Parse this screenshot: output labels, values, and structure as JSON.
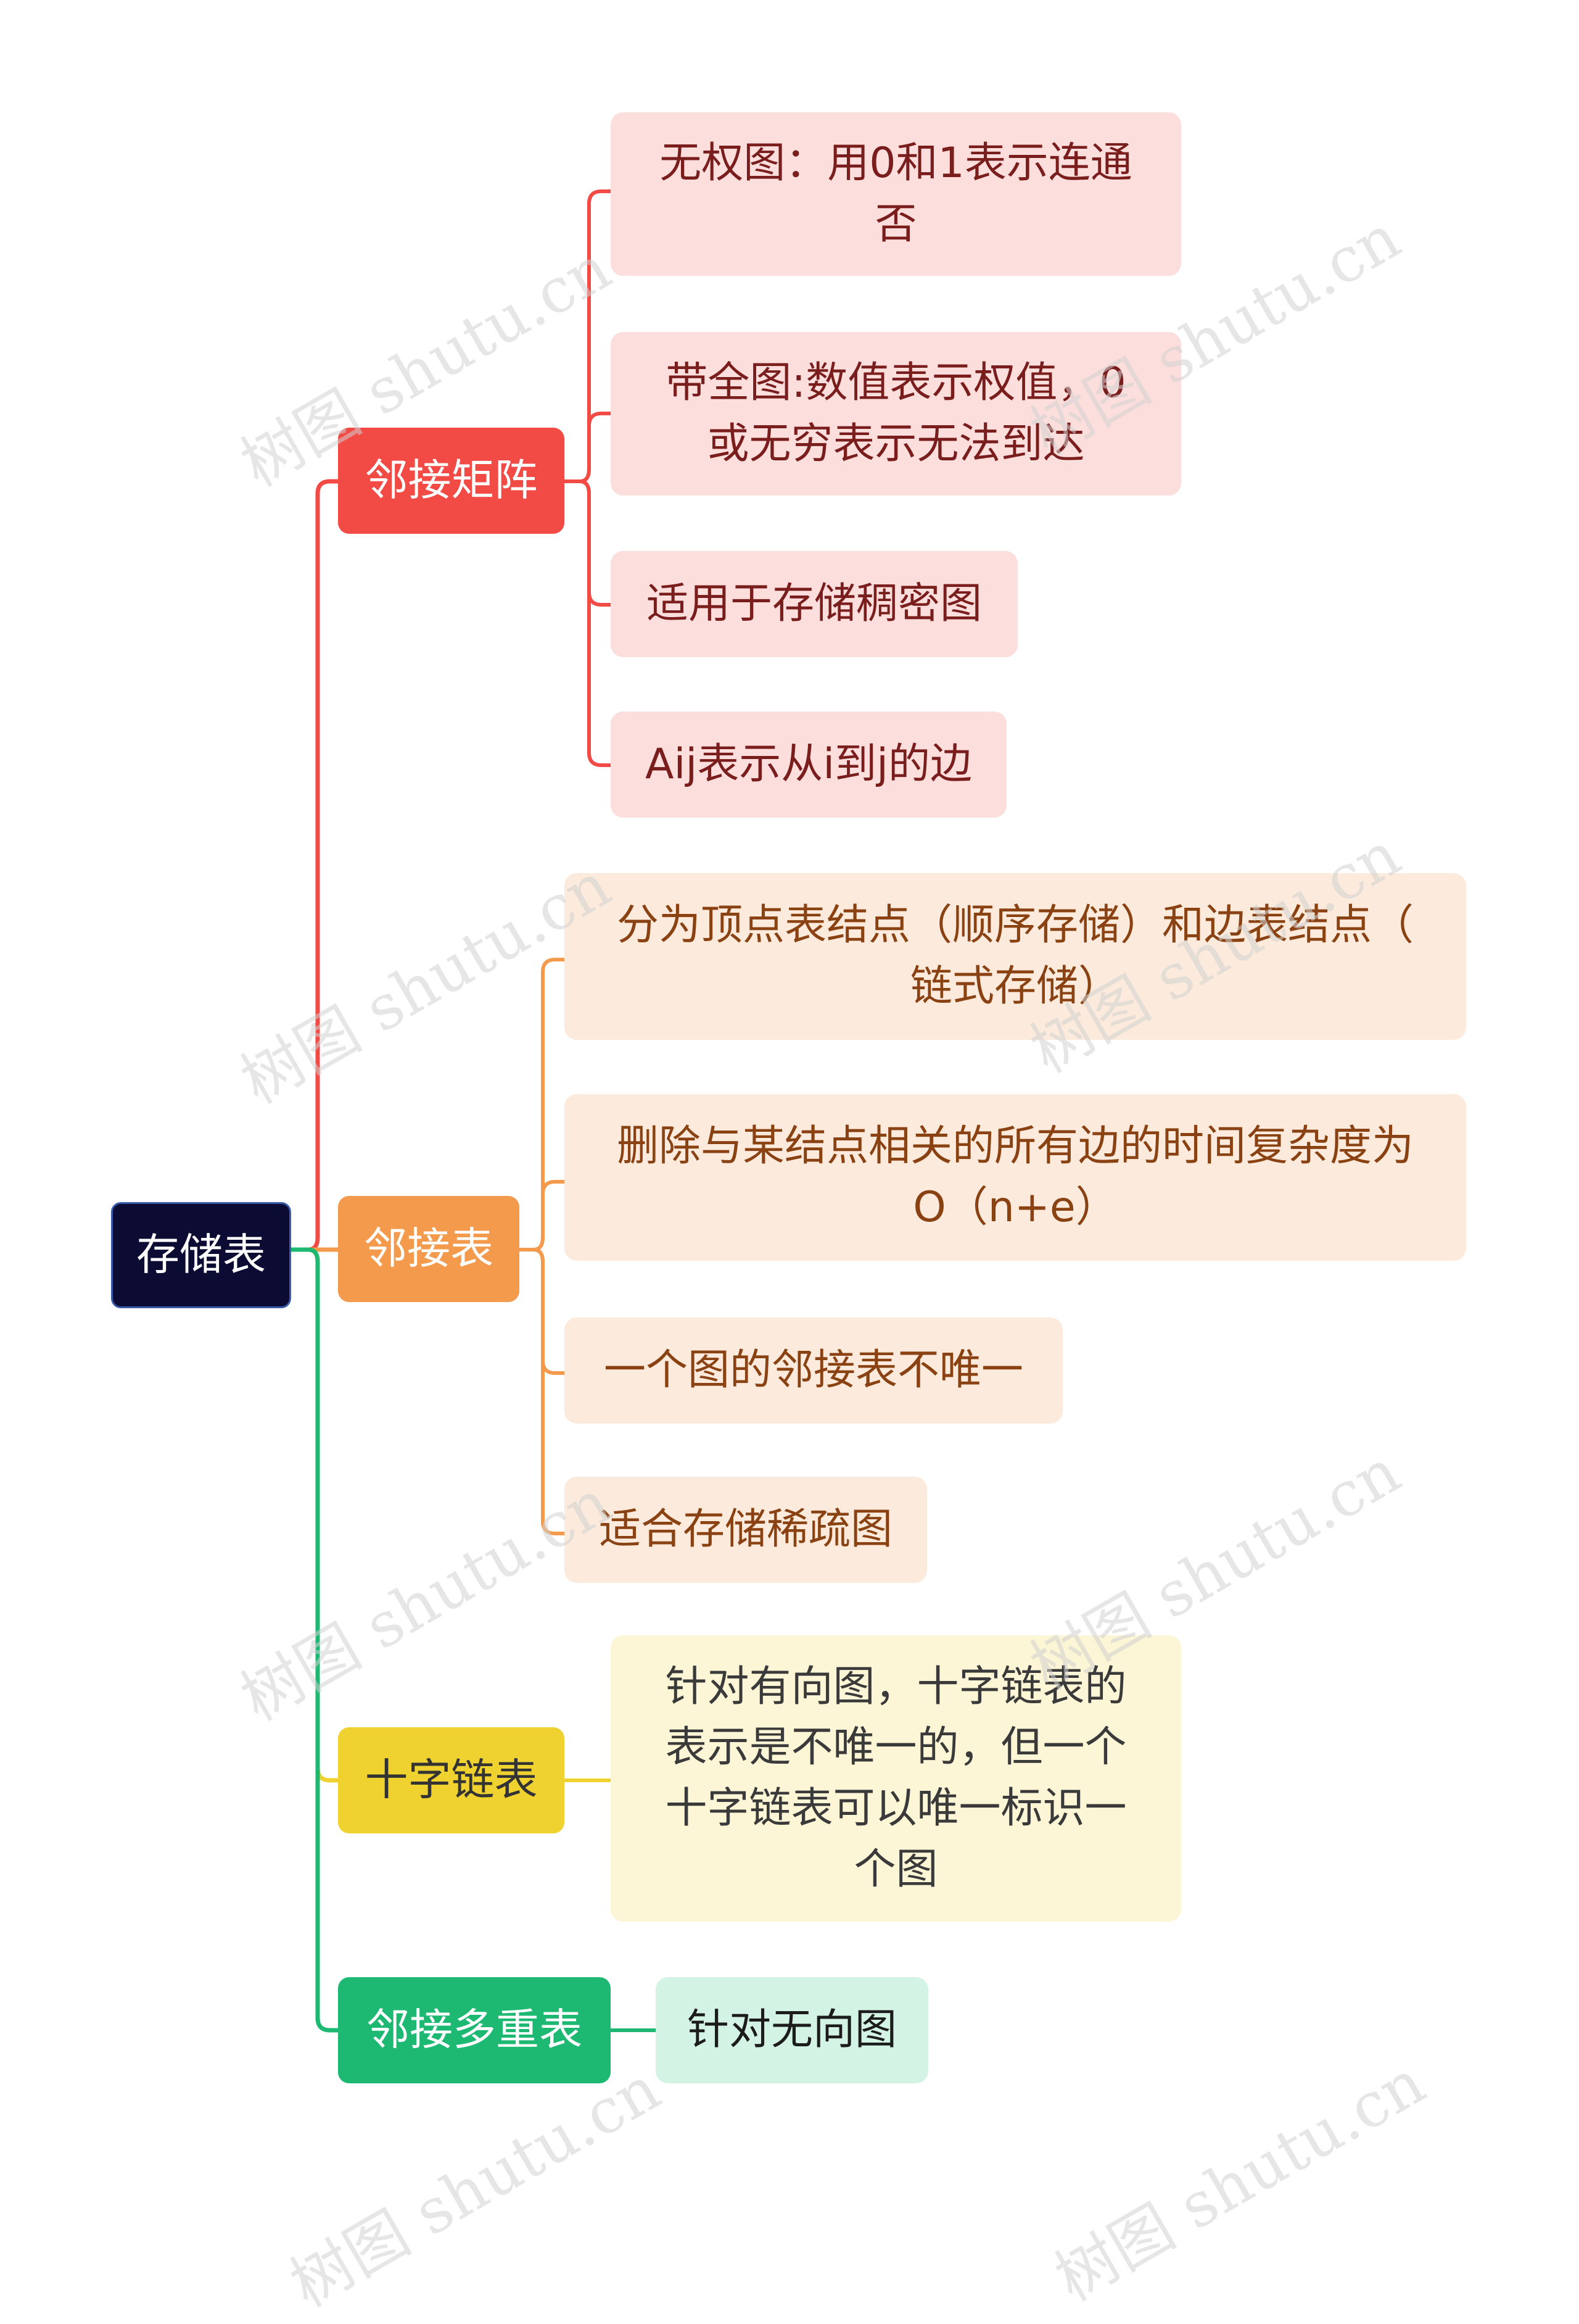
{
  "colors": {
    "root": "#0b0b33",
    "matrix": "#f24a45",
    "adjlist": "#f39a4d",
    "orthogonal": "#efd12f",
    "multilist": "#1db871"
  },
  "watermark": "树图 shutu.cn",
  "root": {
    "label": "存储表"
  },
  "branches": [
    {
      "label": "邻接矩阵",
      "leaves": [
        "无权图：用0和1表示连通\n否",
        "带全图:数值表示权值，0\n或无穷表示无法到达",
        "适用于存储稠密图",
        "Aij表示从i到j的边"
      ]
    },
    {
      "label": "邻接表",
      "leaves": [
        "分为顶点表结点（顺序存储）和边表结点（\n链式存储）",
        "删除与某结点相关的所有边的时间复杂度为\nO（n+e）",
        "一个图的邻接表不唯一",
        "适合存储稀疏图"
      ]
    },
    {
      "label": "十字链表",
      "leaves": [
        "针对有向图，十字链表的\n表示是不唯一的，但一个\n十字链表可以唯一标识一\n个图"
      ]
    },
    {
      "label": "邻接多重表",
      "leaves": [
        "针对无向图"
      ]
    }
  ]
}
